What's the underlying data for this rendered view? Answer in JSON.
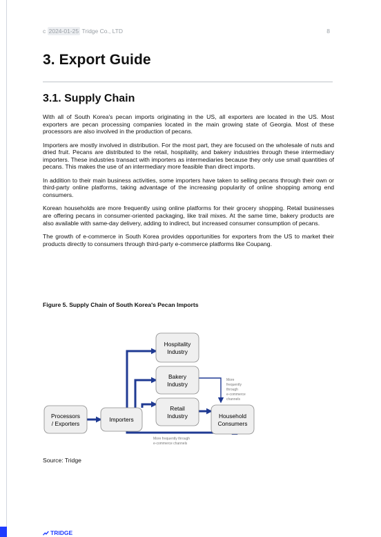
{
  "header": {
    "prefix": "c",
    "date": "2024-01-25",
    "company": "Tridge Co., LTD",
    "page_number": "8"
  },
  "section_title": "3. Export Guide",
  "subsection_title": "3.1. Supply Chain",
  "paragraphs": [
    "With all of South Korea's pecan imports originating in the US, all exporters are located in the US. Most exporters are pecan processing companies located in the main growing state of Georgia. Most of these processors are also involved in the production of pecans.",
    "Importers are mostly involved in distribution. For the most part, they are focused on the wholesale of nuts and dried fruit. Pecans are distributed to the retail, hospitality, and bakery industries through these intermediary importers. These industries transact with importers as intermediaries because they only use small quantities of pecans. This makes the use of an intermediary more feasible than direct imports.",
    "In addition to their main business activities, some importers have taken to selling pecans through their own or third-party online platforms, taking advantage of the increasing popularity of online shopping among end consumers.",
    "Korean households are more frequently using online platforms for their grocery shopping. Retail businesses are offering pecans in consumer-oriented packaging, like trail mixes. At the same time, bakery products are also available with same-day delivery, adding to indirect, but increased consumer consumption of pecans.",
    "The growth of e-commerce in South Korea provides opportunities for exporters from the US to market their products directly to consumers through third-party e-commerce platforms like Coupang."
  ],
  "figure": {
    "title": "Figure 5. Supply Chain of South Korea's Pecan Imports",
    "nodes": {
      "processors": [
        "Processors",
        "/ Exporters"
      ],
      "importers": [
        "Importers"
      ],
      "hospitality": [
        "Hospitality",
        "Industry"
      ],
      "bakery": [
        "Bakery",
        "Industry"
      ],
      "retail": [
        "Retail",
        "Industry"
      ],
      "household": [
        "Household",
        "Consumers"
      ]
    },
    "notes": {
      "right": [
        "More",
        "frequently",
        "through",
        "e-commerce",
        "channels"
      ],
      "bottom": [
        "More frequently through",
        "e-commerce channels"
      ]
    },
    "colors": {
      "arrow": "#1f3a93",
      "box_fill": "#efefef",
      "box_stroke": "#8a8a8a"
    }
  },
  "source": "Source: Tridge",
  "footer": {
    "logo_text": "TRIDGE"
  }
}
